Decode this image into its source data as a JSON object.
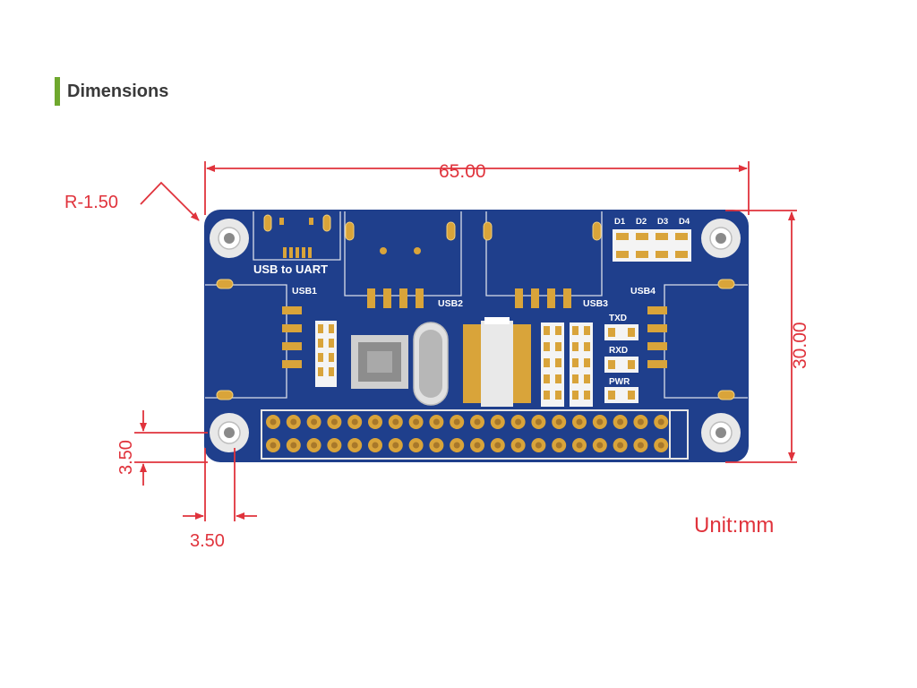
{
  "heading": {
    "title": "Dimensions"
  },
  "dimensions": {
    "width_label": "65.00",
    "height_label": "30.00",
    "corner_radius_label": "R-1.50",
    "hole_offset_vertical_label": "3.50",
    "hole_offset_horizontal_label": "3.50",
    "unit_label": "Unit:mm"
  },
  "board": {
    "silkscreen": {
      "usb_to_uart": "USB to UART",
      "usb1": "USB1",
      "usb2": "USB2",
      "usb3": "USB3",
      "usb4": "USB4",
      "d1": "D1",
      "d2": "D2",
      "d3": "D3",
      "d4": "D4",
      "txd": "TXD",
      "rxd": "RXD",
      "pwr": "PWR"
    }
  },
  "colors": {
    "pcb": "#1f3f8c",
    "dimension": "#e0333c",
    "accent": "#6fa82e",
    "pad": "#d9a43a"
  }
}
